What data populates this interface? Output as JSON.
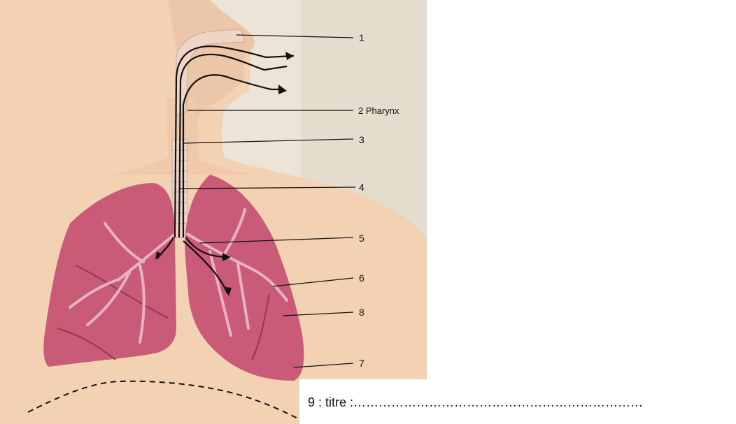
{
  "labels": {
    "l1": "1",
    "l2": "2 Pharynx",
    "l3": "3",
    "l4": "4",
    "l5": "5",
    "l6": "6",
    "l7": "7",
    "l8": "8"
  },
  "caption": "9 : titre :……………………………………………………………",
  "colors": {
    "skin": "#f3cfae",
    "page": "#eee6d8",
    "lung": "#c95a78",
    "airway": "#efd5c5",
    "arrow": "#111111"
  }
}
